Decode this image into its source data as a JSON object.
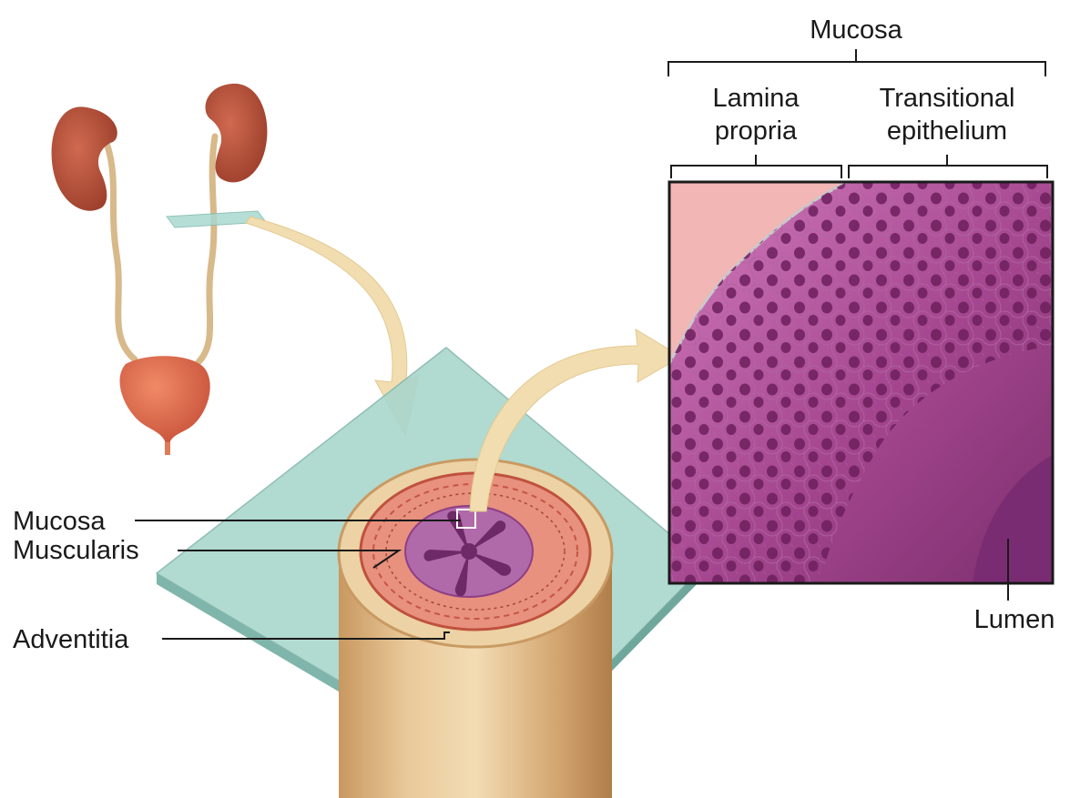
{
  "labels": {
    "mucosa_top": "Mucosa",
    "lamina_line1": "Lamina",
    "lamina_line2": "propria",
    "transitional_line1": "Transitional",
    "transitional_line2": "epithelium",
    "lumen": "Lumen",
    "mucosa_left": "Mucosa",
    "muscularis": "Muscularis",
    "adventitia": "Adventitia"
  },
  "colors": {
    "kidney": "#b5503a",
    "bladder": "#d9674a",
    "ureter": "#d8b98a",
    "arrow": "#f1ddb0",
    "slide_glass": "#9fcfc5",
    "mucosa_tissue": "#8e3b86",
    "epithelium": "#c05aa8",
    "lamina_propria": "#f0b2b2",
    "adventitia": "#e8c79a"
  }
}
